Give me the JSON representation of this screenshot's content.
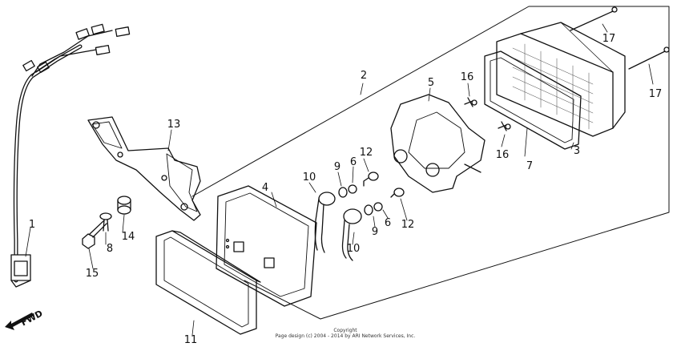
{
  "diagram": {
    "callouts": [
      {
        "id": "c1",
        "text": "1"
      },
      {
        "id": "c2",
        "text": "2"
      },
      {
        "id": "c3",
        "text": "3"
      },
      {
        "id": "c4",
        "text": "4"
      },
      {
        "id": "c5",
        "text": "5"
      },
      {
        "id": "c6a",
        "text": "6"
      },
      {
        "id": "c6b",
        "text": "6"
      },
      {
        "id": "c7",
        "text": "7"
      },
      {
        "id": "c8",
        "text": "8"
      },
      {
        "id": "c9a",
        "text": "9"
      },
      {
        "id": "c9b",
        "text": "9"
      },
      {
        "id": "c10a",
        "text": "10"
      },
      {
        "id": "c10b",
        "text": "10"
      },
      {
        "id": "c11",
        "text": "11"
      },
      {
        "id": "c12a",
        "text": "12"
      },
      {
        "id": "c12b",
        "text": "12"
      },
      {
        "id": "c13",
        "text": "13"
      },
      {
        "id": "c14",
        "text": "14"
      },
      {
        "id": "c15",
        "text": "15"
      },
      {
        "id": "c16a",
        "text": "16"
      },
      {
        "id": "c16b",
        "text": "16"
      },
      {
        "id": "c17a",
        "text": "17"
      },
      {
        "id": "c17b",
        "text": "17"
      }
    ],
    "fwd_label": "FWD",
    "copyright_line1": "Copyright",
    "copyright_line2": "Page design (c) 2004 - 2014 by ARI Network Services, Inc."
  }
}
